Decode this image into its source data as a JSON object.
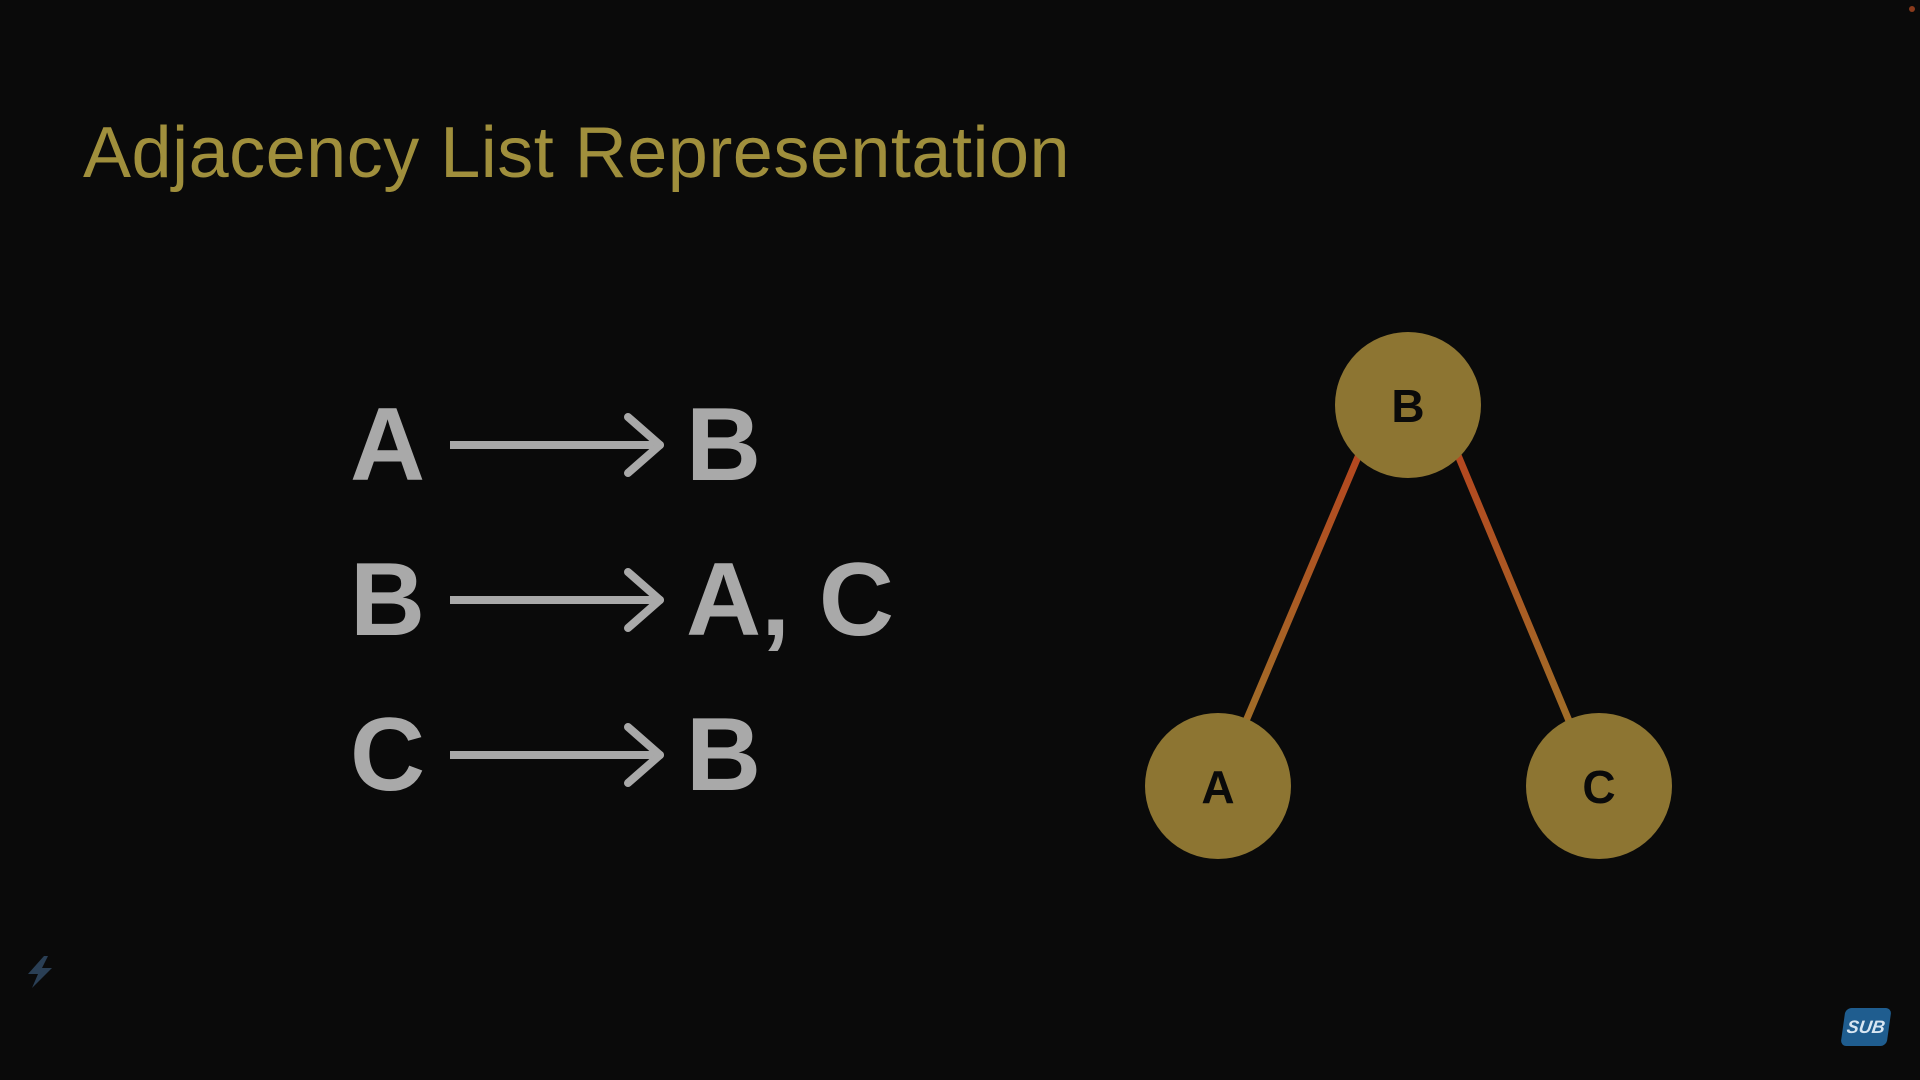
{
  "slide": {
    "title": "Adjacency List Representation"
  },
  "adjacency_list": [
    {
      "source": "A",
      "neighbors": "B"
    },
    {
      "source": "B",
      "neighbors": "A, C"
    },
    {
      "source": "C",
      "neighbors": "B"
    }
  ],
  "graph": {
    "nodes": [
      {
        "id": "B",
        "label": "B"
      },
      {
        "id": "A",
        "label": "A"
      },
      {
        "id": "C",
        "label": "C"
      }
    ],
    "edges": [
      {
        "from": "B",
        "to": "A"
      },
      {
        "from": "B",
        "to": "C"
      }
    ]
  },
  "badge": {
    "label": "SUB"
  },
  "colors": {
    "background": "#0a0a0a",
    "title": "#a08f3c",
    "list_text": "#a9a9a9",
    "node_fill": "#8d7532",
    "edge_start": "#b8401e",
    "edge_end": "#a06e28",
    "badge": "#1f5d8f"
  },
  "icons": {
    "logo": "brand-logo-icon",
    "arrow": "right-arrow-icon"
  }
}
